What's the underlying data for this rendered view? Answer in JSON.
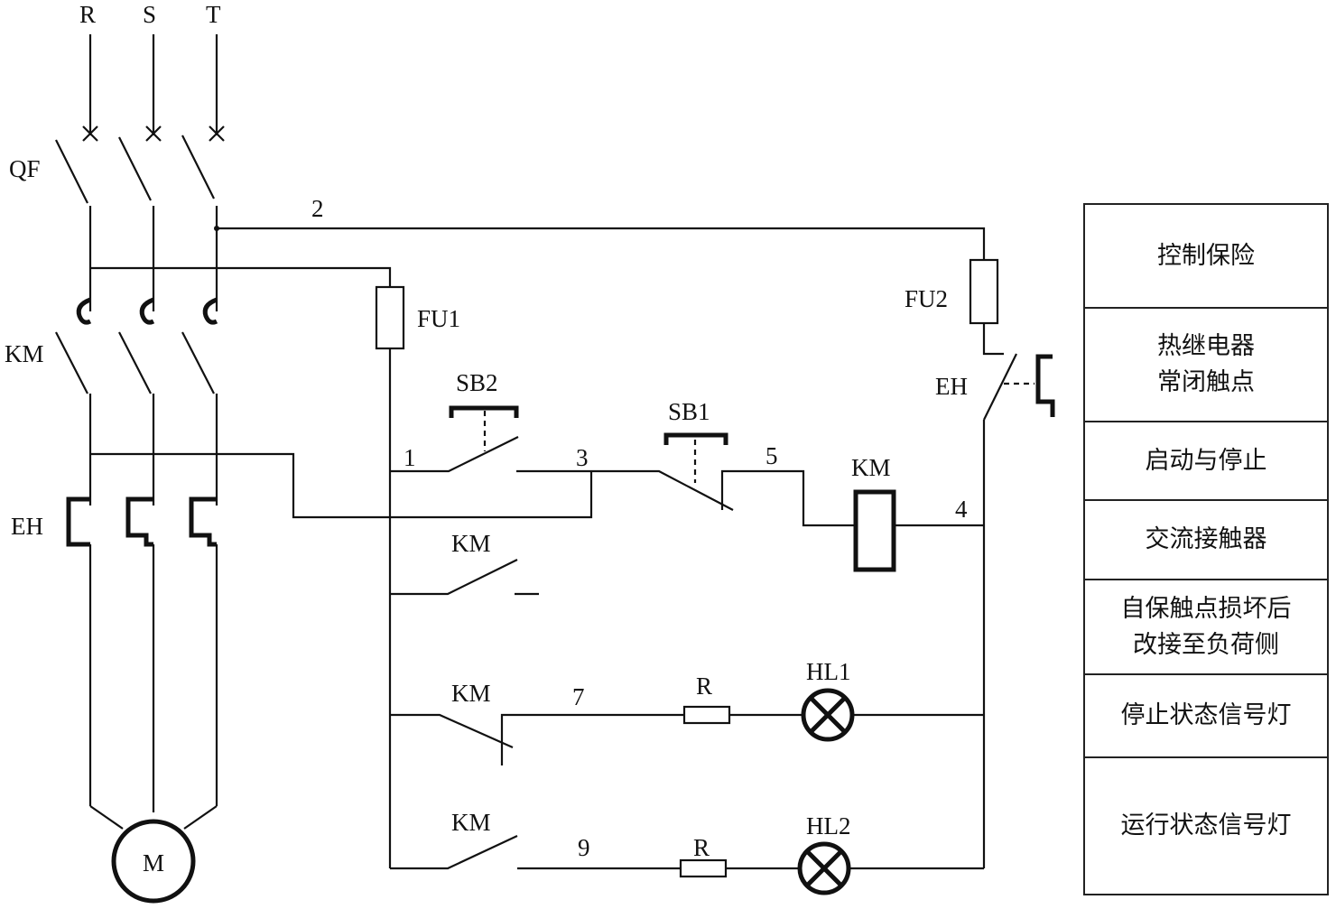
{
  "phases": {
    "r": "R",
    "s": "S",
    "t": "T"
  },
  "labels": {
    "qf": "QF",
    "km_main": "KM",
    "eh_main": "EH",
    "motor": "M",
    "fu1": "FU1",
    "fu2": "FU2",
    "eh_contact": "EH",
    "sb2": "SB2",
    "sb1": "SB1",
    "km_coil": "KM",
    "km_aux_1": "KM",
    "km_aux_2": "KM",
    "km_aux_3": "KM",
    "hl1": "HL1",
    "hl2": "HL2",
    "r1": "R",
    "r2": "R"
  },
  "nodes": {
    "n1": "1",
    "n2": "2",
    "n3": "3",
    "n4": "4",
    "n5": "5",
    "n7": "7",
    "n9": "9"
  },
  "legend": [
    {
      "text": "控制保险"
    },
    {
      "text": "热继电器\n常闭触点"
    },
    {
      "text": "启动与停止"
    },
    {
      "text": "交流接触器"
    },
    {
      "text": "自保触点损坏后\n改接至负荷侧"
    },
    {
      "text": "停止状态信号灯"
    },
    {
      "text": "运行状态信号灯"
    }
  ]
}
